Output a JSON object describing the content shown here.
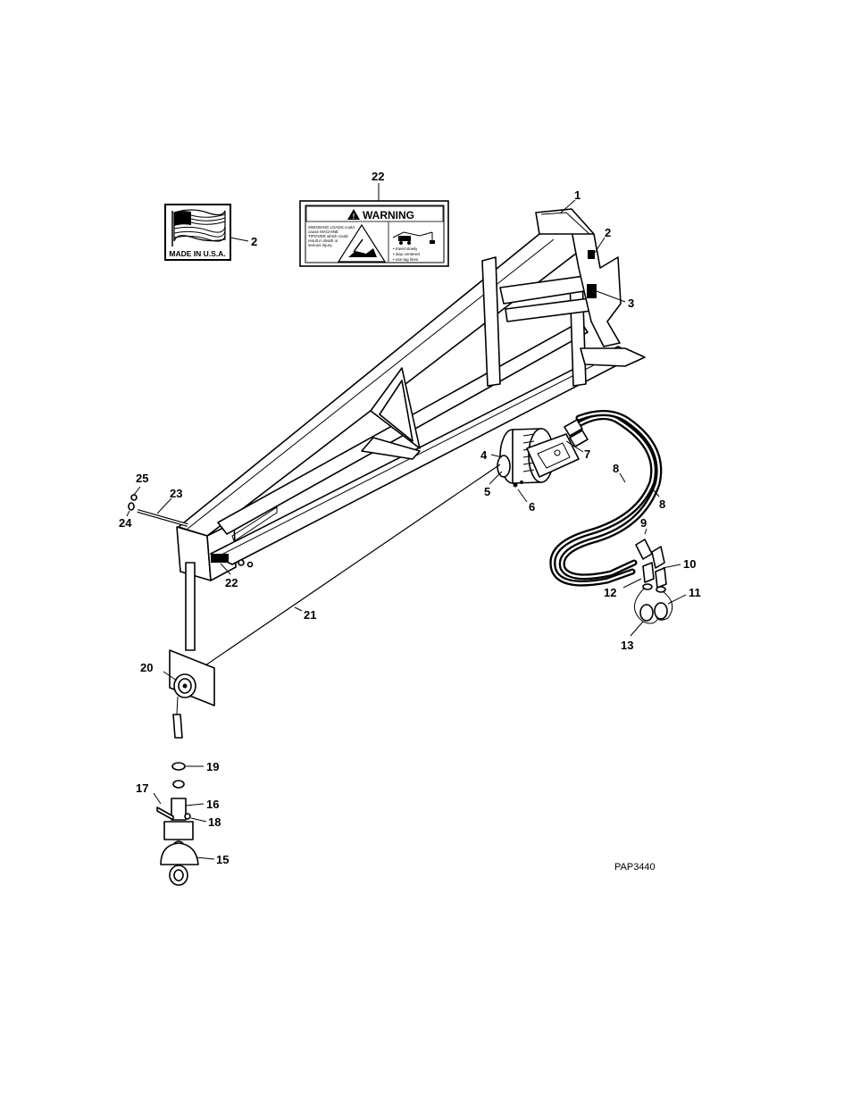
{
  "doc_code": "PAP3440",
  "decals": {
    "made_in": "MADE IN U.S.A.",
    "warning_title": "WARNING",
    "warning_left_lines": [
      "SWINGING LOADS could",
      "cause MACHINE",
      "TIPOVER which could",
      "result in death or",
      "serious injury."
    ],
    "warning_right_lines": [
      "• travel slowly",
      "• stay centered",
      "• use tag lines"
    ]
  },
  "callouts": [
    {
      "id": "c1",
      "label": "1"
    },
    {
      "id": "c2a",
      "label": "2"
    },
    {
      "id": "c2b",
      "label": "2"
    },
    {
      "id": "c3",
      "label": "3"
    },
    {
      "id": "c4",
      "label": "4"
    },
    {
      "id": "c5",
      "label": "5"
    },
    {
      "id": "c6",
      "label": "6"
    },
    {
      "id": "c7",
      "label": "7"
    },
    {
      "id": "c8a",
      "label": "8"
    },
    {
      "id": "c8b",
      "label": "8"
    },
    {
      "id": "c9",
      "label": "9"
    },
    {
      "id": "c10",
      "label": "10"
    },
    {
      "id": "c11",
      "label": "11"
    },
    {
      "id": "c12",
      "label": "12"
    },
    {
      "id": "c13",
      "label": "13"
    },
    {
      "id": "c15",
      "label": "15"
    },
    {
      "id": "c16",
      "label": "16"
    },
    {
      "id": "c17",
      "label": "17"
    },
    {
      "id": "c18",
      "label": "18"
    },
    {
      "id": "c19",
      "label": "19"
    },
    {
      "id": "c20",
      "label": "20"
    },
    {
      "id": "c21",
      "label": "21"
    },
    {
      "id": "c22a",
      "label": "22"
    },
    {
      "id": "c22b",
      "label": "22"
    },
    {
      "id": "c23",
      "label": "23"
    },
    {
      "id": "c24",
      "label": "24"
    },
    {
      "id": "c25",
      "label": "25"
    }
  ]
}
